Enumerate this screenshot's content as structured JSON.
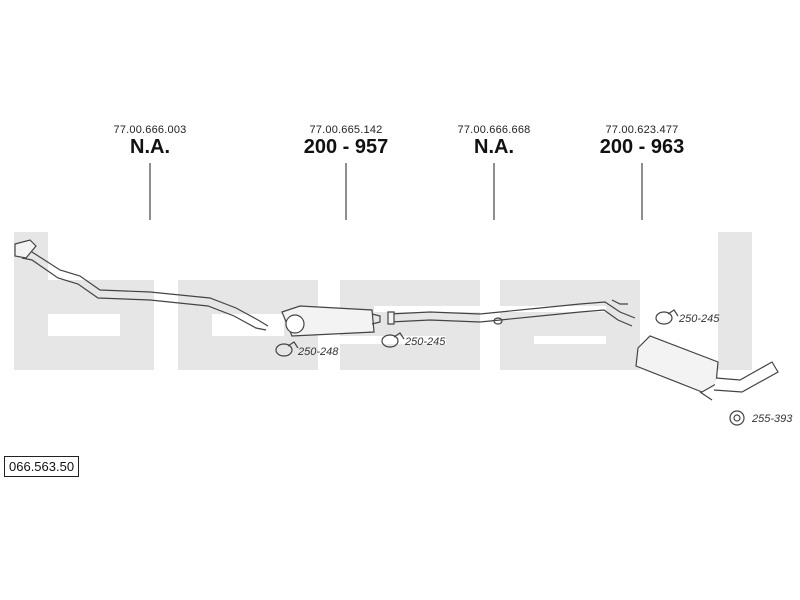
{
  "parts": [
    {
      "oem": "77.00.666.003",
      "code": "N.A."
    },
    {
      "oem": "77.00.665.142",
      "code": "200 - 957"
    },
    {
      "oem": "77.00.666.668",
      "code": "N.A."
    },
    {
      "oem": "77.00.623.477",
      "code": "200 - 963"
    }
  ],
  "clamps": [
    {
      "label": "250-248"
    },
    {
      "label": "250-245"
    },
    {
      "label": "250-245"
    },
    {
      "label": "255-393"
    }
  ],
  "reference": "066.563.50",
  "colors": {
    "watermark": "#e6e6e6",
    "line": "#444444",
    "fill": "#f3f3f3"
  }
}
